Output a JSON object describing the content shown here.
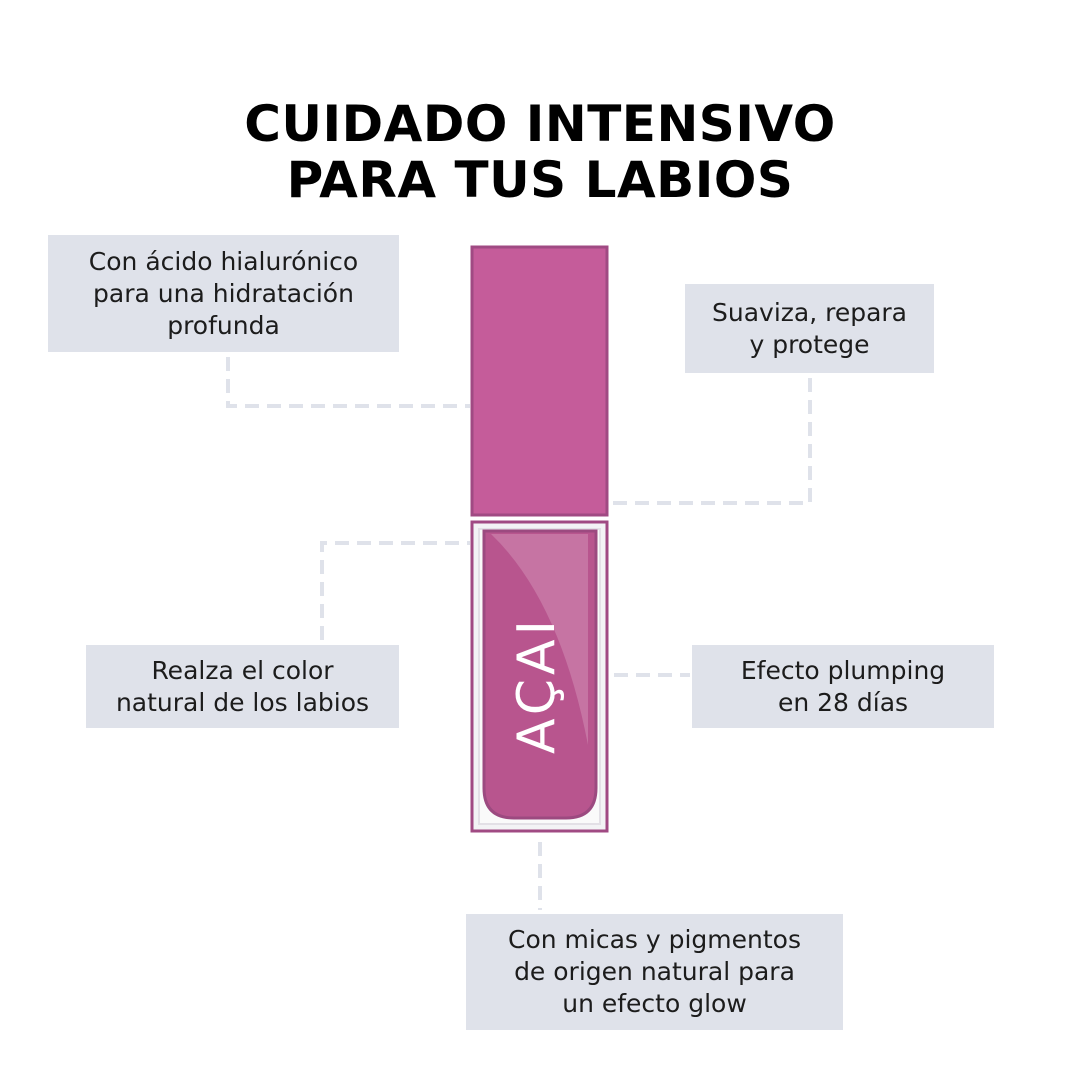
{
  "title": {
    "line1": "CUIDADO INTENSIVO",
    "line2": "PARA TUS LABIOS"
  },
  "callouts": {
    "hyaluronic": {
      "line1": "Con ácido hialurónico",
      "line2": "para una hidratación",
      "line3": "profunda"
    },
    "repair": {
      "line1": "Suaviza, repara",
      "line2": "y protege"
    },
    "color": {
      "line1": "Realza el color",
      "line2": "natural de los labios"
    },
    "plumping": {
      "line1": "Efecto plumping",
      "line2": "en 28 días"
    },
    "glow": {
      "line1": "Con micas y pigmentos",
      "line2": "de origen natural para",
      "line3": "un efecto glow"
    }
  },
  "product": {
    "label": "AÇAI",
    "cap_color": "#c55c9a",
    "body_color": "#b8558e",
    "outline_color": "#a04a83"
  },
  "colors": {
    "callout_bg": "#dfe2ea",
    "connector": "#dfe2ea"
  }
}
